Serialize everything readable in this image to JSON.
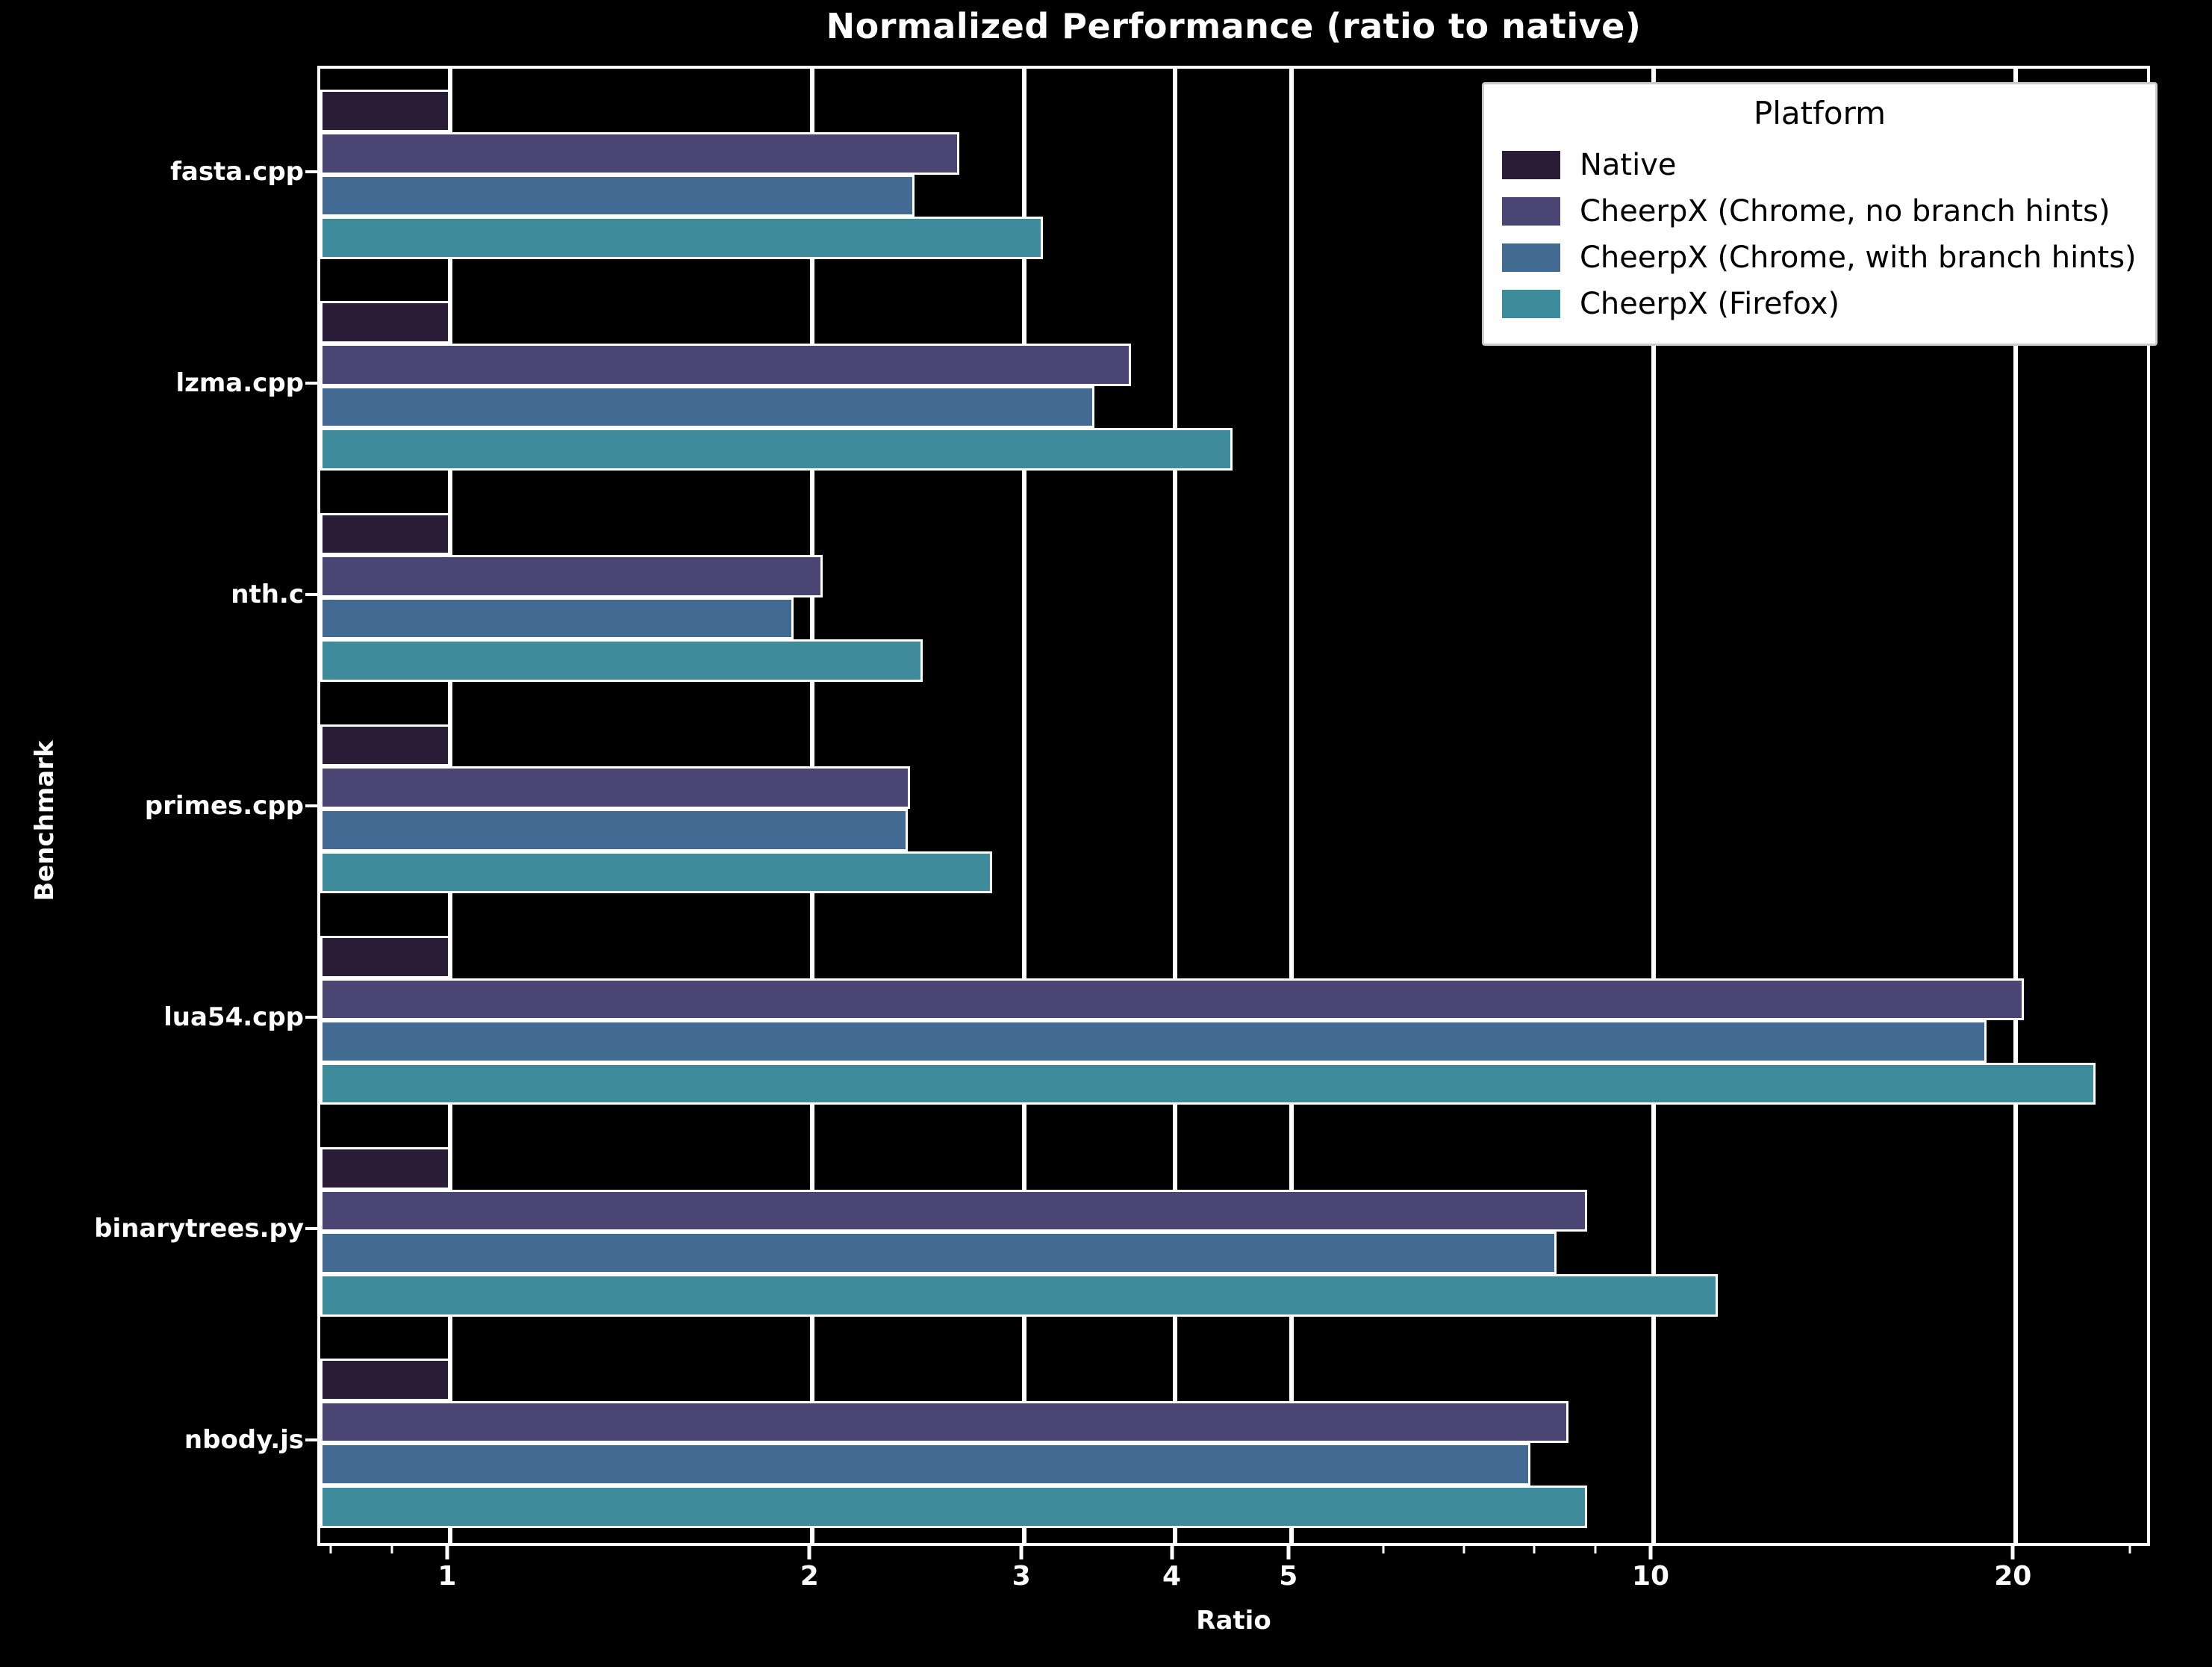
{
  "chart_data": {
    "type": "bar",
    "orientation": "horizontal",
    "title": "Normalized Performance (ratio to native)",
    "xlabel": "Ratio",
    "ylabel": "Benchmark",
    "xscale": "log",
    "xlim": [
      0.78,
      26.0
    ],
    "xticks": [
      1,
      2,
      3,
      4,
      5,
      10,
      20
    ],
    "xticklabels": [
      "1",
      "2",
      "3",
      "4",
      "5",
      "10",
      "20"
    ],
    "grid": true,
    "legend_position": "upper right",
    "legend_title": "Platform",
    "categories": [
      "fasta.cpp",
      "lzma.cpp",
      "nth.c",
      "primes.cpp",
      "lua54.cpp",
      "binarytrees.py",
      "nbody.js"
    ],
    "series": [
      {
        "name": "Native",
        "color": "#2b1c38",
        "values": [
          1.0,
          1.0,
          1.0,
          1.0,
          1.0,
          1.0,
          1.0
        ]
      },
      {
        "name": "CheerpX (Chrome, no branch hints)",
        "color": "#4a4573",
        "values": [
          2.65,
          3.68,
          2.04,
          2.41,
          20.3,
          8.8,
          8.5
        ]
      },
      {
        "name": "CheerpX (Chrome, with branch hints)",
        "color": "#426a92",
        "values": [
          2.43,
          3.43,
          1.93,
          2.4,
          18.9,
          8.3,
          7.9
        ]
      },
      {
        "name": "CheerpX (Firefox)",
        "color": "#3d8b9b",
        "values": [
          3.11,
          4.47,
          2.47,
          2.82,
          23.3,
          11.3,
          8.8
        ]
      }
    ]
  },
  "colors": {
    "background": "#000000",
    "foreground": "#ffffff",
    "legend_background": "#ffffff",
    "legend_text": "#000000"
  }
}
